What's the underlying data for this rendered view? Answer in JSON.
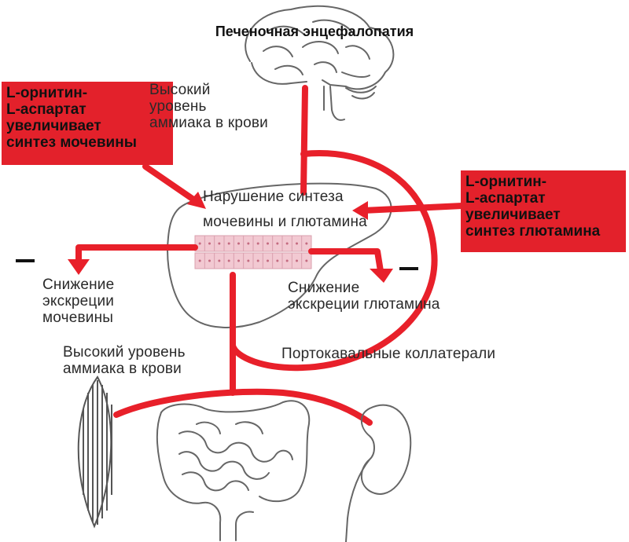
{
  "title": "Печеночная энцефалопатия",
  "labels": {
    "high_ammonia_top": "Высокий\nуровень\nаммиака в крови",
    "synthesis_disorder_line1": "Нарушение синтеза",
    "synthesis_disorder_line2": "мочевины и глютамина",
    "urea_excretion_drop": "Снижение\nэкскреции\nмочевины",
    "glutamine_excretion_drop": "Снижение\nэкскреции глютамина",
    "high_ammonia_bottom": "Высокий уровень\nаммиака в крови",
    "portocaval": "Портокавальные коллатерали"
  },
  "callouts": {
    "left": "L-орнитин-\nL-аспартат\nувеличивает\nсинтез мочевины",
    "right": "L-орнитин-\nL-аспартат\nувеличивает\nсинтез глютамина"
  },
  "colors": {
    "accent_red": "#e8202a",
    "callout_bg": "#e3212b",
    "outline": "#555555",
    "cell_fill": "#f2c9d2"
  },
  "icons": [
    "brain-icon",
    "liver-icon",
    "hepatocyte-strip-icon",
    "muscle-icon",
    "intestine-icon",
    "kidney-icon"
  ]
}
